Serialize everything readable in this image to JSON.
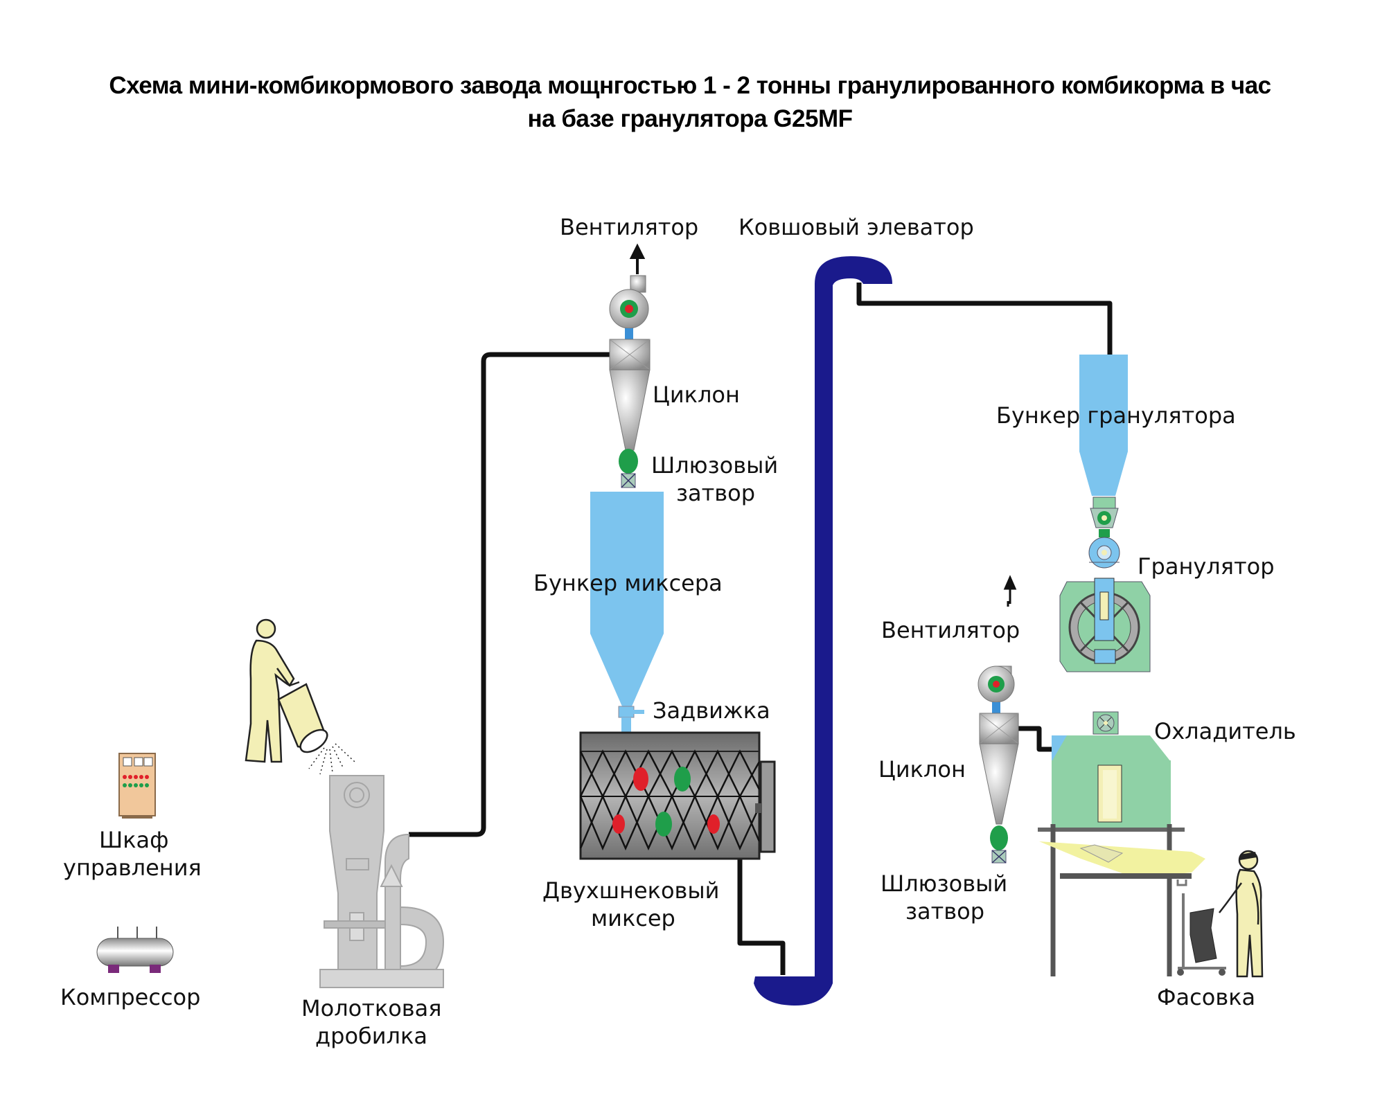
{
  "title": {
    "line1": "Схема мини-комбикормового завода мощнгостью 1 - 2 тонны гранулированного комбикорма в час",
    "line2": "на базе гранулятора G25MF"
  },
  "labels": {
    "fan_top": "Вентилятор",
    "bucket_elevator": "Ковшовый элеватор",
    "cyclone_top": "Циклон",
    "airlock_top_1": "Шлюзовый",
    "airlock_top_2": "затвор",
    "mixer_hopper": "Бункер миксера",
    "gate_valve": "Задвижка",
    "mixer_1": "Двухшнековый",
    "mixer_2": "миксер",
    "control_cabinet_1": "Шкаф",
    "control_cabinet_2": "управления",
    "compressor": "Компрессор",
    "hammer_mill_1": "Молотковая",
    "hammer_mill_2": "дробилка",
    "granulator_hopper": "Бункер гранулятора",
    "granulator": "Гранулятор",
    "fan_right": "Вентилятор",
    "cyclone_right": "Циклон",
    "cooler": "Охладитель",
    "airlock_right_1": "Шлюзовый",
    "airlock_right_2": "затвор",
    "packing": "Фасовка"
  },
  "colors": {
    "pipe": "#111111",
    "elevator": "#1a1a8c",
    "hopper": "#7cc4ee",
    "equipment_gray": "#c9c9c9",
    "cooler_green": "#8fd1a6",
    "accent_green": "#1f9e4a",
    "accent_red": "#e0202a",
    "person_fill": "#f3efb6",
    "conveyor_yellow": "#f2f2a0"
  }
}
